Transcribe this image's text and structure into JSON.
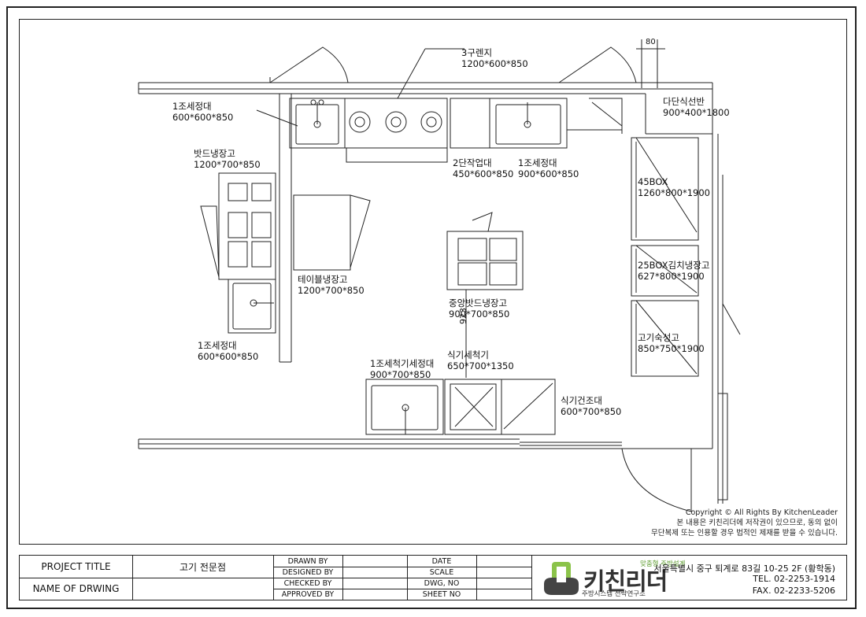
{
  "labels": {
    "range_3": "3구렌지",
    "range_3_size": "1200*600*850",
    "sink1_tl": "1조세정대",
    "sink1_tl_size": "600*600*850",
    "bad_fridge": "밧드냉장고",
    "bad_fridge_size": "1200*700*850",
    "work2": "2단작업대",
    "work2_size": "450*600*850",
    "sink1_top": "1조세정대",
    "sink1_top_size": "900*600*850",
    "shelf": "다단식선반",
    "shelf_size": "900*400*1800",
    "box45": "45BOX",
    "box45_size": "1260*800*1900",
    "box25": "25BOX김치냉장고",
    "box25_size": "627*800*1900",
    "meat_aging": "고기숙성고",
    "meat_aging_size": "850*750*1900",
    "table_fridge": "테이블냉장고",
    "table_fridge_size": "1200*700*850",
    "center_fridge": "중앙밧드냉장고",
    "center_fridge_size": "900*700*850",
    "sink1_bl": "1조세정대",
    "sink1_bl_size": "600*600*850",
    "dish_sink": "1조세척기세정대",
    "dish_sink_size": "900*700*850",
    "dishwasher": "식기세척기",
    "dishwasher_size": "650*700*1350",
    "dish_dryer": "식기건조대",
    "dish_dryer_size": "600*700*850",
    "dim_80": "80",
    "dim_923": "923"
  },
  "copyright": {
    "line1": "Copyright © All Rights By KitchenLeader",
    "line2": "본 내용은 키친리더에 저작권이 있으므로, 동의 없이",
    "line3": "무단복제 또는 인용할 경우 법적인 제재를 받을 수 있습니다."
  },
  "title_block": {
    "project_title_label": "PROJECT TITLE",
    "project_title_value": "고기 전문점",
    "name_of_drawing_label": "NAME OF DRWING",
    "drawn_by": "DRAWN BY",
    "designed_by": "DESIGNED BY",
    "checked_by": "CHECKED BY",
    "approved_by": "APPROVED BY",
    "date": "DATE",
    "scale": "SCALE",
    "dwg_no": "DWG, NO",
    "sheet_no": "SHEET NO",
    "brand": "키친리더",
    "brand_tagline": "맞춤형 주방설계",
    "brand_sub": "주방시스템 전략연구소",
    "address": "서울특별시 중구 퇴계로 83길 10-25 2F (황학동)",
    "tel": "TEL. 02-2253-1914",
    "fax": "FAX. 02-2233-5206"
  }
}
